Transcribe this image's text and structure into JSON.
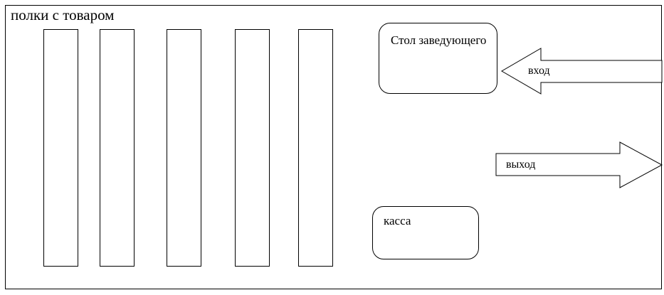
{
  "shelves": {
    "label": "полки с товаром",
    "count": 5
  },
  "manager_desk": {
    "label": "Стол заведующего"
  },
  "cashier": {
    "label": "касса"
  },
  "entrance": {
    "label": "вход",
    "direction": "left"
  },
  "exit": {
    "label": "выход",
    "direction": "right"
  }
}
